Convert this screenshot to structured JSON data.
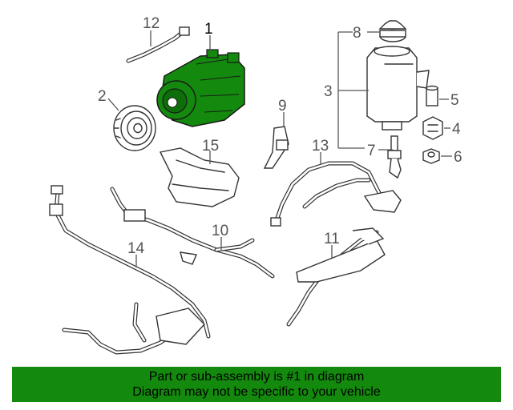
{
  "diagram": {
    "callouts": {
      "c1": "1",
      "c2": "2",
      "c3": "3",
      "c4": "4",
      "c5": "5",
      "c6": "6",
      "c7": "7",
      "c8": "8",
      "c9": "9",
      "c10": "10",
      "c11": "11",
      "c12": "12",
      "c13": "13",
      "c14": "14",
      "c15": "15"
    }
  },
  "banner": {
    "line1": "Part or sub-assembly is #1 in diagram",
    "line2": "Diagram may not be specific to your vehicle",
    "background_color": "#138a0d"
  },
  "colors": {
    "highlight": "#138a0d"
  }
}
